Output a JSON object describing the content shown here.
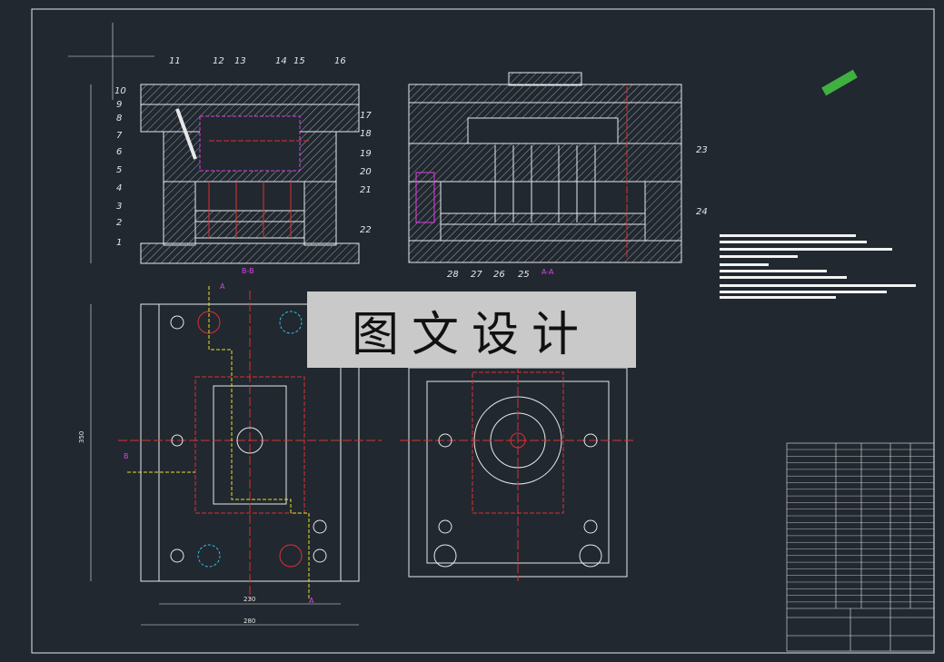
{
  "drawing": {
    "watermark": "图文设计",
    "section_labels": {
      "bb": "B-B",
      "aa": "A-A"
    },
    "part_numbers": [
      "1",
      "2",
      "3",
      "4",
      "5",
      "6",
      "7",
      "8",
      "9",
      "10",
      "11",
      "12",
      "13",
      "14",
      "15",
      "16",
      "17",
      "18",
      "19",
      "20",
      "21",
      "22",
      "23",
      "24",
      "25",
      "26",
      "27",
      "28"
    ],
    "dimensions": {
      "plan_width_inner": "230",
      "plan_width_outer": "280",
      "plan_height": "350"
    },
    "cut_markers": {
      "a": "A",
      "b": "B"
    }
  },
  "colors": {
    "background": "#212830",
    "lines": "#e8e8e8",
    "centerline": "#e03030",
    "section": "#e040e0",
    "cutline": "#e8e020",
    "cooling": "#30c0e0",
    "watermark_bg": "#c9c9c9"
  }
}
